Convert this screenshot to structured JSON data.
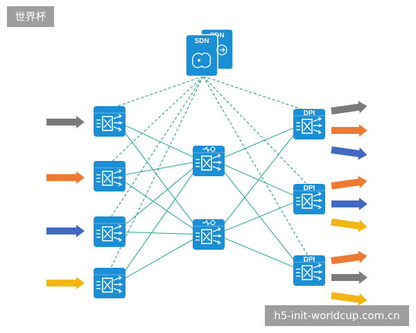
{
  "site_badge": "世界杯",
  "watermark": "h5-init-worldcup.com.cn",
  "controller": {
    "labels": [
      "SDN",
      "SDN"
    ],
    "icons": [
      "sdn-controller-icon",
      "brain-icon",
      "flow-icon"
    ]
  },
  "ingress_switches": {
    "count": 4,
    "icon": "switch-icon"
  },
  "core_switches": {
    "count": 2,
    "icons": [
      "switch-icon",
      "monitor-icon"
    ]
  },
  "dpi_switches": {
    "label": "DPI",
    "count": 3
  },
  "input_flows": [
    "#7a7a7a",
    "#ec7a33",
    "#4169c0",
    "#f2b511"
  ],
  "output_flows": [
    [
      "#7a7a7a",
      "#ec7a33",
      "#4169c0"
    ],
    [
      "#ec7a33",
      "#4169c0",
      "#f2b511"
    ],
    [
      "#ec7a33",
      "#7a7a7a",
      "#f2b511"
    ]
  ],
  "colors": {
    "node_blue": "#1a8fd6",
    "control_line": "#2aa88a",
    "data_line": "#2aa8a0"
  }
}
